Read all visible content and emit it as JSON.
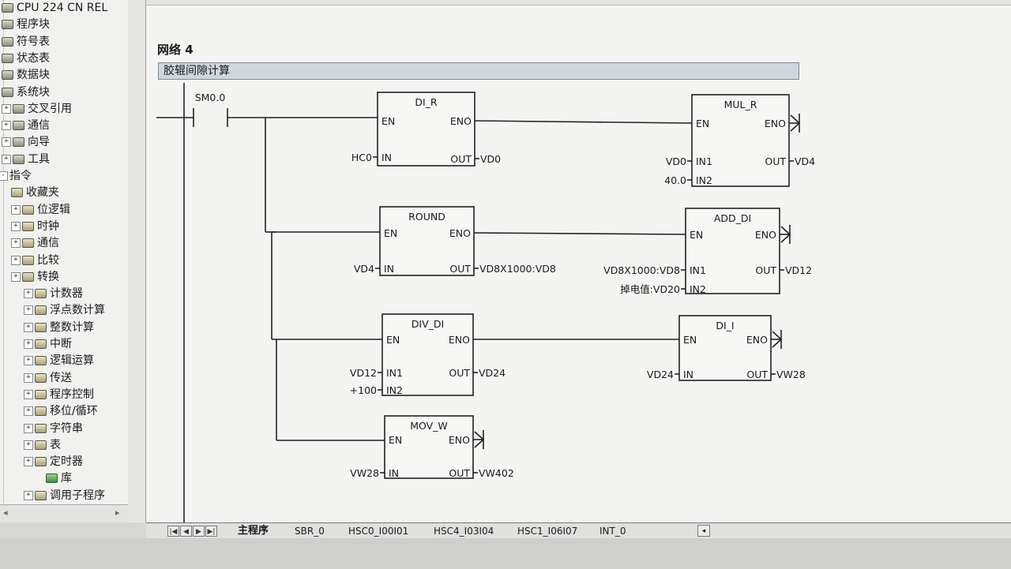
{
  "tree": {
    "items": [
      {
        "label": "CPU 224 CN REL",
        "indent": 0,
        "exp": "",
        "icon": "cpu-icon"
      },
      {
        "label": "程序块",
        "indent": 0,
        "exp": "",
        "icon": "program-block-icon"
      },
      {
        "label": "符号表",
        "indent": 0,
        "exp": "",
        "icon": "symbol-table-icon"
      },
      {
        "label": "状态表",
        "indent": 0,
        "exp": "",
        "icon": "status-table-icon"
      },
      {
        "label": "数据块",
        "indent": 0,
        "exp": "",
        "icon": "data-block-icon"
      },
      {
        "label": "系统块",
        "indent": 0,
        "exp": "",
        "icon": "system-block-icon"
      },
      {
        "label": "交叉引用",
        "indent": 0,
        "exp": "+",
        "icon": "cross-reference-icon"
      },
      {
        "label": "通信",
        "indent": 0,
        "exp": "+",
        "icon": "communication-icon"
      },
      {
        "label": "向导",
        "indent": 0,
        "exp": "+",
        "icon": "wizard-icon"
      },
      {
        "label": "工具",
        "indent": 0,
        "exp": "+",
        "icon": "tools-icon"
      },
      {
        "label": "指令",
        "indent": -1,
        "exp": "-",
        "icon": ""
      },
      {
        "label": "收藏夹",
        "indent": 1,
        "exp": "",
        "icon": "favorites-folder-icon"
      },
      {
        "label": "位逻辑",
        "indent": 1,
        "exp": "+",
        "icon": "folder-icon"
      },
      {
        "label": "时钟",
        "indent": 1,
        "exp": "+",
        "icon": "folder-icon"
      },
      {
        "label": "通信",
        "indent": 1,
        "exp": "+",
        "icon": "folder-icon"
      },
      {
        "label": "比较",
        "indent": 1,
        "exp": "+",
        "icon": "folder-icon"
      },
      {
        "label": "转换",
        "indent": 1,
        "exp": "+",
        "icon": "folder-icon"
      },
      {
        "label": "计数器",
        "indent": 2,
        "exp": "+",
        "icon": "folder-icon"
      },
      {
        "label": "浮点数计算",
        "indent": 2,
        "exp": "+",
        "icon": "folder-icon"
      },
      {
        "label": "整数计算",
        "indent": 2,
        "exp": "+",
        "icon": "folder-icon"
      },
      {
        "label": "中断",
        "indent": 2,
        "exp": "+",
        "icon": "folder-icon"
      },
      {
        "label": "逻辑运算",
        "indent": 2,
        "exp": "+",
        "icon": "folder-icon"
      },
      {
        "label": "传送",
        "indent": 2,
        "exp": "+",
        "icon": "folder-icon"
      },
      {
        "label": "程序控制",
        "indent": 2,
        "exp": "+",
        "icon": "folder-icon"
      },
      {
        "label": "移位/循环",
        "indent": 2,
        "exp": "+",
        "icon": "folder-icon"
      },
      {
        "label": "字符串",
        "indent": 2,
        "exp": "+",
        "icon": "folder-icon"
      },
      {
        "label": "表",
        "indent": 2,
        "exp": "+",
        "icon": "folder-icon"
      },
      {
        "label": "定时器",
        "indent": 2,
        "exp": "+",
        "icon": "folder-icon"
      },
      {
        "label": "库",
        "indent": 3,
        "exp": "",
        "icon": "library-icon"
      },
      {
        "label": "调用子程序",
        "indent": 2,
        "exp": "+",
        "icon": "folder-icon"
      }
    ]
  },
  "network": {
    "title": "网络 4",
    "comment": "胶辊间隙计算",
    "contact": "SM0.0",
    "blocks": [
      {
        "name": "DI_R",
        "en": "EN",
        "eno": "ENO",
        "inputs": [
          {
            "pin": "IN",
            "operand": "HC0"
          }
        ],
        "outputs": [
          {
            "pin": "OUT",
            "operand": "VD0"
          }
        ]
      },
      {
        "name": "MUL_R",
        "en": "EN",
        "eno": "ENO",
        "inputs": [
          {
            "pin": "IN1",
            "operand": "VD0"
          },
          {
            "pin": "IN2",
            "operand": "40.0"
          }
        ],
        "outputs": [
          {
            "pin": "OUT",
            "operand": "VD4"
          }
        ]
      },
      {
        "name": "ROUND",
        "en": "EN",
        "eno": "ENO",
        "inputs": [
          {
            "pin": "IN",
            "operand": "VD4"
          }
        ],
        "outputs": [
          {
            "pin": "OUT",
            "operand": "VD8X1000:VD8"
          }
        ]
      },
      {
        "name": "ADD_DI",
        "en": "EN",
        "eno": "ENO",
        "inputs": [
          {
            "pin": "IN1",
            "operand": "VD8X1000:VD8"
          },
          {
            "pin": "IN2",
            "operand": "掉电值:VD20"
          }
        ],
        "outputs": [
          {
            "pin": "OUT",
            "operand": "VD12"
          }
        ]
      },
      {
        "name": "DIV_DI",
        "en": "EN",
        "eno": "ENO",
        "inputs": [
          {
            "pin": "IN1",
            "operand": "VD12"
          },
          {
            "pin": "IN2",
            "operand": "+100"
          }
        ],
        "outputs": [
          {
            "pin": "OUT",
            "operand": "VD24"
          }
        ]
      },
      {
        "name": "DI_I",
        "en": "EN",
        "eno": "ENO",
        "inputs": [
          {
            "pin": "IN",
            "operand": "VD24"
          }
        ],
        "outputs": [
          {
            "pin": "OUT",
            "operand": "VW28"
          }
        ]
      },
      {
        "name": "MOV_W",
        "en": "EN",
        "eno": "ENO",
        "inputs": [
          {
            "pin": "IN",
            "operand": "VW28"
          }
        ],
        "outputs": [
          {
            "pin": "OUT",
            "operand": "VW402"
          }
        ]
      }
    ]
  },
  "tabs": [
    {
      "label": "主程序",
      "active": true
    },
    {
      "label": "SBR_0",
      "active": false
    },
    {
      "label": "HSC0_I00I01",
      "active": false
    },
    {
      "label": "HSC4_I03I04",
      "active": false
    },
    {
      "label": "HSC1_I06I07",
      "active": false
    },
    {
      "label": "INT_0",
      "active": false
    }
  ],
  "nav": [
    "|◀",
    "◀",
    "▶",
    "▶|"
  ]
}
